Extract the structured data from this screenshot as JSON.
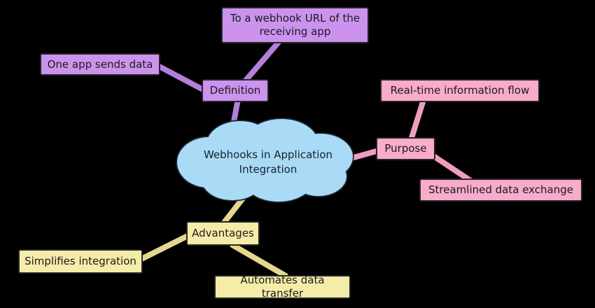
{
  "diagram": {
    "type": "mindmap",
    "background_color": "#000000",
    "center": {
      "label": "Webhooks in Application Integration",
      "fill_color": "#a9dbf7",
      "outline_color": "#1b2730"
    },
    "branches": [
      {
        "label": "Definition",
        "fill_color": "#cb93ee",
        "line_color": "#b47fd9",
        "children": [
          "One app sends data",
          "To a webhook URL of the receiving app"
        ]
      },
      {
        "label": "Purpose",
        "fill_color": "#f8abcb",
        "line_color": "#ef9dc0",
        "children": [
          "Real-time information flow",
          "Streamlined data exchange"
        ]
      },
      {
        "label": "Advantages",
        "fill_color": "#f5ecaa",
        "line_color": "#e4d78f",
        "children": [
          "Simplifies integration",
          "Automates data transfer"
        ]
      }
    ]
  }
}
